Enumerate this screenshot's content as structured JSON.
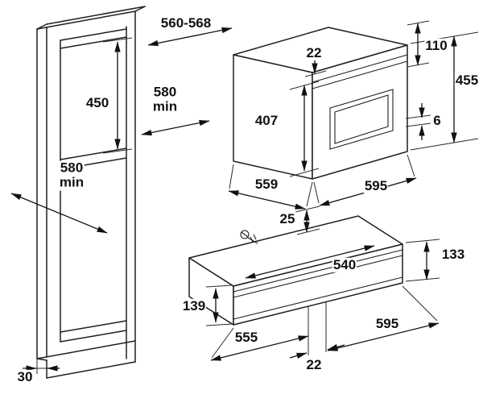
{
  "dims": {
    "niche_width": "560-568",
    "niche_height": "450",
    "niche_depth_min": "580\nmin",
    "cabinet_depth_min": "580\nmin",
    "plinth_recess": "30",
    "oven_top_gap": "22",
    "top_offset": "110",
    "oven_height": "455",
    "door_height": "407",
    "side_gap": "6",
    "oven_depth": "559",
    "oven_width": "595",
    "vertical_gap": "25",
    "drawer_depth": "540",
    "drawer_side_height": "133",
    "drawer_front_height": "139",
    "drawer_body_width": "555",
    "drawer_width": "595",
    "bottom_offset": "22"
  }
}
